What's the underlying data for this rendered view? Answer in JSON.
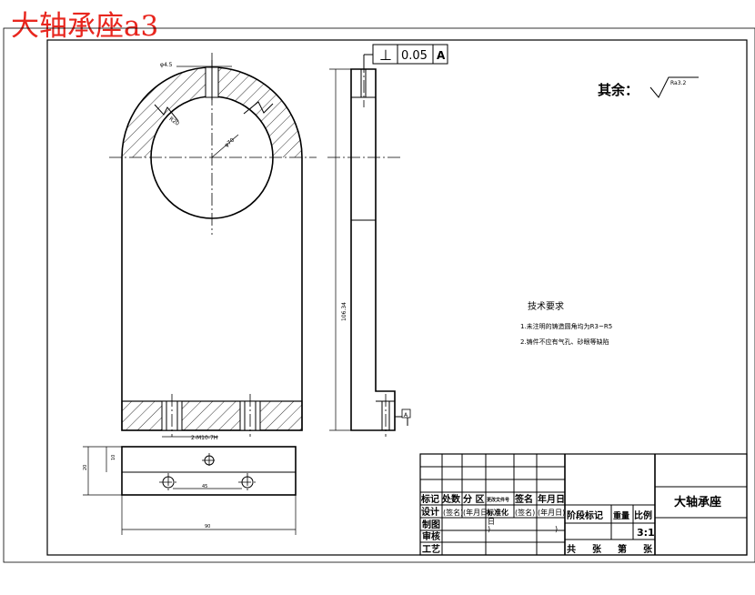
{
  "page_title": "大轴承座a3",
  "tolerance": {
    "symbol": "⊥",
    "value": "0.05",
    "datum": "A"
  },
  "roughness": {
    "label": "其余：",
    "value": "Ra3.2"
  },
  "datum_marker": "A",
  "dimensions": {
    "width_top": "φ4.5",
    "chamfer_left": "R20",
    "diameter": "φ70",
    "height_side": "106.34",
    "hole_spacing": "2-M10-7H",
    "bottom_height": "20",
    "bottom_offset": "10",
    "bottom_hole_spacing": "45",
    "bottom_width": "90"
  },
  "tech": {
    "title": "技术要求",
    "items": [
      "1.未注明的铸造圆角均为R3~R5",
      "2.铸件不应有气孔、砂眼等缺陷"
    ]
  },
  "title_block": {
    "part_name": "大轴承座",
    "scale": "3:1",
    "r1": [
      "标记",
      "处数",
      "分 区",
      "更改文件号",
      "签名",
      "年月日"
    ],
    "design_row": [
      "设计",
      "(签名)",
      "(年月日)",
      "标准化",
      "(签名)",
      "(年月日)"
    ],
    "stage": "阶段标记",
    "weight": "重量",
    "ratio": "比例",
    "draw": "制图",
    "check": "审核",
    "process": "工艺",
    "sheets": [
      "共",
      "张",
      "第",
      "张"
    ],
    "mark_d": "日",
    "mark_p": ")"
  }
}
